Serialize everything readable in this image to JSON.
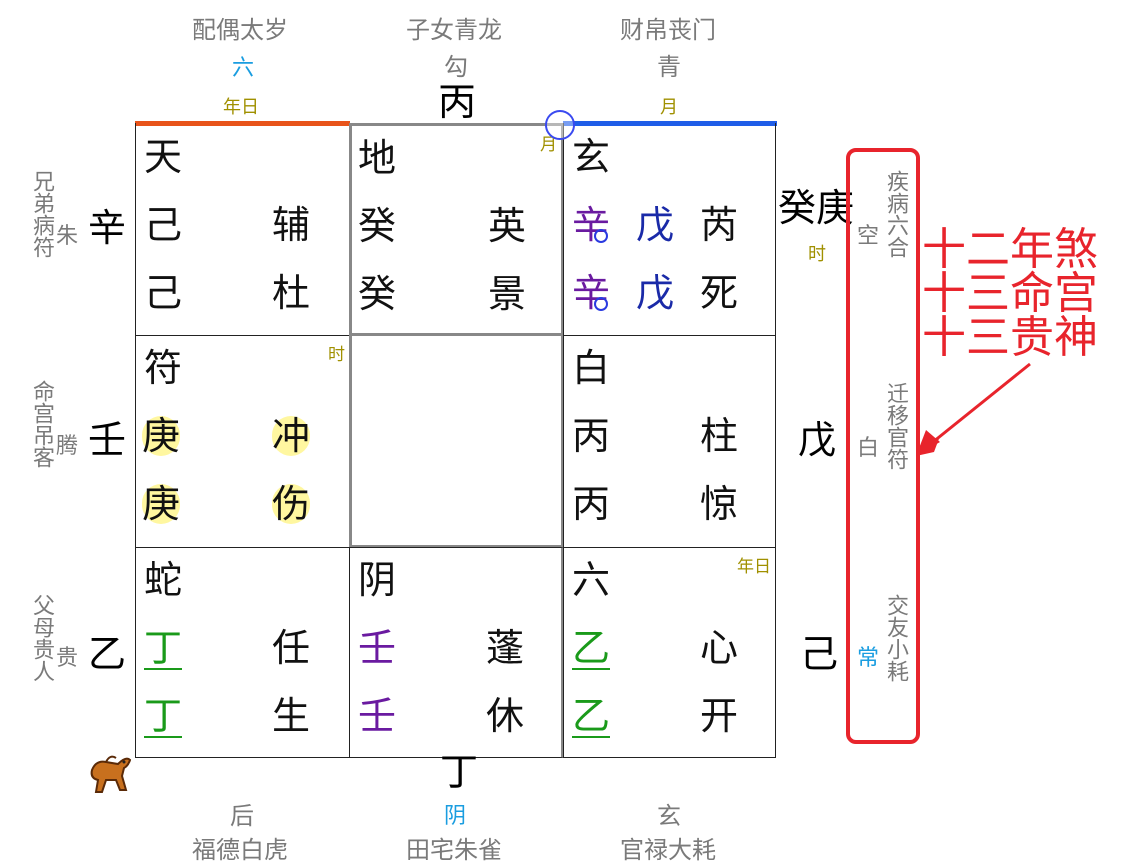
{
  "top": {
    "left": {
      "name": "配偶太岁",
      "god": "六",
      "mark": "年日"
    },
    "mid": {
      "name": "子女青龙",
      "god": "勾",
      "stem": "丙"
    },
    "right": {
      "name": "财帛丧门",
      "god": "青",
      "mark": "月"
    }
  },
  "bottom": {
    "left": {
      "god": "后",
      "name": "福德白虎"
    },
    "mid": {
      "stem": "丁",
      "god": "阴",
      "name": "田宅朱雀"
    },
    "right": {
      "god": "玄",
      "name": "官禄大耗"
    }
  },
  "left_side": [
    {
      "name": "兄弟病符",
      "god": "朱",
      "stem": "辛"
    },
    {
      "name": "命宫吊客",
      "god": "腾",
      "stem": "壬"
    },
    {
      "name": "父母贵人",
      "god": "贵",
      "stem": "乙"
    }
  ],
  "right_side": [
    {
      "stem": "癸庚",
      "mark": "时",
      "god": "空",
      "name": "疾病六合"
    },
    {
      "stem": "戊",
      "god": "白",
      "name": "迁移官符"
    },
    {
      "stem": "己",
      "god": "常",
      "name": "交友小耗"
    }
  ],
  "cells": {
    "c00": {
      "deity": "天",
      "r1a": "己",
      "r1b": "辅",
      "r2a": "己",
      "r2b": "杜"
    },
    "c01": {
      "deity": "地",
      "mark": "月",
      "r1a": "癸",
      "r1b": "英",
      "r2a": "癸",
      "r2b": "景"
    },
    "c02": {
      "deity": "玄",
      "r1a": "辛",
      "r1m": "戊",
      "r1b": "芮",
      "r2a": "辛",
      "r2m": "戊",
      "r2b": "死"
    },
    "c10": {
      "deity": "符",
      "mark": "时",
      "r1a": "庚",
      "r1b": "冲",
      "r2a": "庚",
      "r2b": "伤"
    },
    "c12": {
      "deity": "白",
      "r1a": "丙",
      "r1b": "柱",
      "r2a": "丙",
      "r2b": "惊"
    },
    "c20": {
      "deity": "蛇",
      "r1a": "丁",
      "r1b": "任",
      "r2a": "丁",
      "r2b": "生"
    },
    "c21": {
      "deity": "阴",
      "r1a": "壬",
      "r1b": "蓬",
      "r2a": "壬",
      "r2b": "休"
    },
    "c22": {
      "deity": "六",
      "mark": "年日",
      "r1a": "乙",
      "r1b": "心",
      "r2a": "乙",
      "r2b": "开"
    }
  },
  "annotation": [
    "十二年煞",
    "十三命宫",
    "十三贵神"
  ],
  "icons": {
    "horse": "horse-icon",
    "marker": "circle-marker-icon"
  },
  "colors": {
    "orange_bar": "#e8541a",
    "blue_bar": "#1f5de8",
    "red_annot": "#e8242c",
    "purple": "#6a1aa0",
    "navy": "#1a2aa8",
    "green": "#1a9a1a"
  }
}
